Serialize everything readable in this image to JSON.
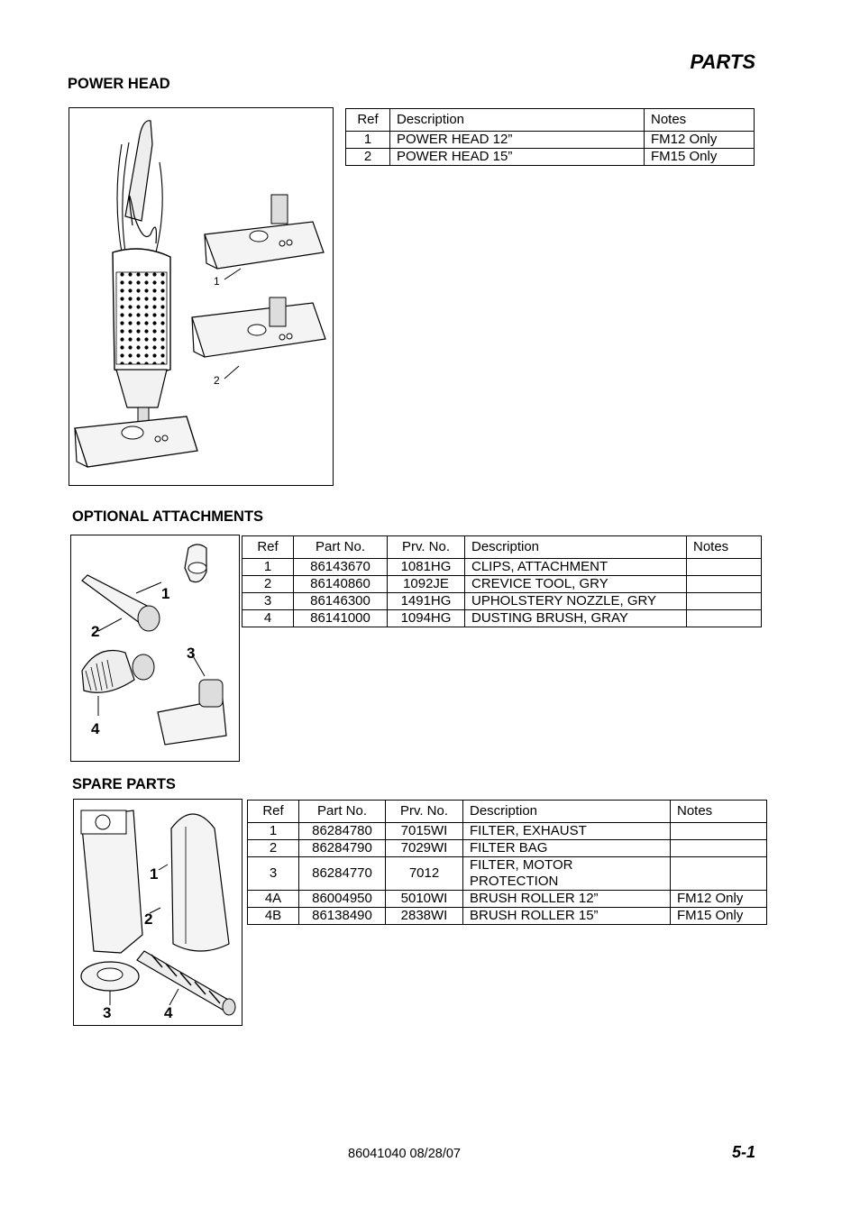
{
  "page": {
    "title": "PARTS",
    "footer_code": "86041040 08/28/07",
    "page_number": "5-1"
  },
  "power_head": {
    "title": "POWER HEAD",
    "figure_labels": [
      "1",
      "2"
    ],
    "headers": [
      "Ref",
      "Description",
      "Notes"
    ],
    "rows": [
      {
        "ref": "1",
        "description": "POWER HEAD 12”",
        "notes": "FM12 Only"
      },
      {
        "ref": "2",
        "description": "POWER HEAD 15”",
        "notes": "FM15 Only"
      }
    ]
  },
  "optional_attachments": {
    "title": "OPTIONAL ATTACHMENTS",
    "figure_labels": [
      "1",
      "2",
      "3",
      "4"
    ],
    "headers": [
      "Ref",
      "Part No.",
      "Prv. No.",
      "Description",
      "Notes"
    ],
    "rows": [
      {
        "ref": "1",
        "part_no": "86143670",
        "prv_no": "1081HG",
        "description": "CLIPS, ATTACHMENT",
        "notes": ""
      },
      {
        "ref": "2",
        "part_no": "86140860",
        "prv_no": "1092JE",
        "description": "CREVICE TOOL, GRY",
        "notes": ""
      },
      {
        "ref": "3",
        "part_no": "86146300",
        "prv_no": "1491HG",
        "description": "UPHOLSTERY NOZZLE, GRY",
        "notes": ""
      },
      {
        "ref": "4",
        "part_no": "86141000",
        "prv_no": "1094HG",
        "description": "DUSTING BRUSH, GRAY",
        "notes": ""
      }
    ]
  },
  "spare_parts": {
    "title": "SPARE PARTS",
    "figure_labels": [
      "1",
      "2",
      "3",
      "4"
    ],
    "headers": [
      "Ref",
      "Part No.",
      "Prv. No.",
      "Description",
      "Notes"
    ],
    "rows": [
      {
        "ref": "1",
        "part_no": "86284780",
        "prv_no": "7015WI",
        "description": "FILTER, EXHAUST",
        "notes": ""
      },
      {
        "ref": "2",
        "part_no": "86284790",
        "prv_no": "7029WI",
        "description": "FILTER BAG",
        "notes": ""
      },
      {
        "ref": "3",
        "part_no": "86284770",
        "prv_no": "7012",
        "description": "FILTER, MOTOR PROTECTION",
        "notes": ""
      },
      {
        "ref": "4A",
        "part_no": "86004950",
        "prv_no": "5010WI",
        "description": "BRUSH ROLLER 12”",
        "notes": "FM12 Only"
      },
      {
        "ref": "4B",
        "part_no": "86138490",
        "prv_no": "2838WI",
        "description": "BRUSH ROLLER 15”",
        "notes": "FM15 Only"
      }
    ]
  }
}
